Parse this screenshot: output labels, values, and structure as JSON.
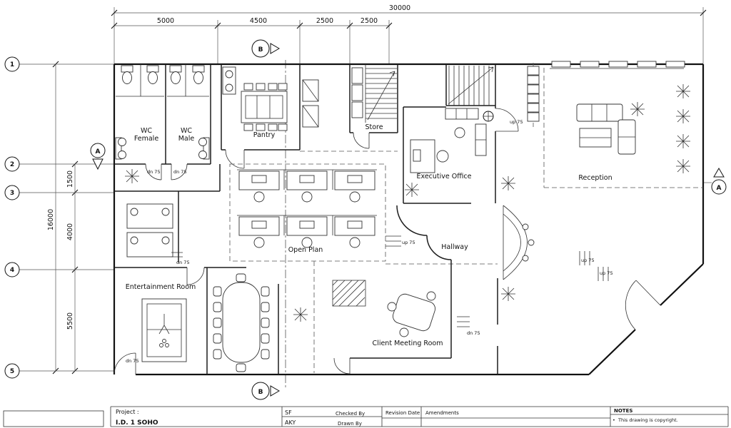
{
  "drawing": {
    "dims": {
      "total_w": "30000",
      "w_segments": [
        "5000",
        "4500",
        "2500",
        "2500"
      ],
      "total_h": "16000",
      "h_segments": [
        "1500",
        "4000",
        "5500"
      ]
    },
    "grid": [
      "1",
      "2",
      "3",
      "4",
      "5"
    ],
    "markers": {
      "a": "A",
      "b": "B"
    },
    "rooms": {
      "wc_female_1": "WC",
      "wc_female_2": "Female",
      "wc_male_1": "WC",
      "wc_male_2": "Male",
      "pantry": "Pantry",
      "store": "Store",
      "executive": "Executive Office",
      "reception": "Reception",
      "open_plan": "Open Plan",
      "hallway": "Hallway",
      "entertainment": "Entertainment Room",
      "client_meeting": "Client Meeting Room"
    },
    "annotations": {
      "up": "up 75",
      "dn": "dn 75"
    }
  },
  "title_block": {
    "project_label": "Project :",
    "project_name": "I.D. 1 SOHO",
    "checked_value": "SF",
    "checked_label": "Checked By",
    "drawn_value": "AKY",
    "drawn_label": "Drawn By",
    "revision_label": "Revision Date",
    "amendments_label": "Amendments",
    "notes_label": "NOTES",
    "bullet": "•",
    "notes_item": "This drawing is copyright."
  }
}
